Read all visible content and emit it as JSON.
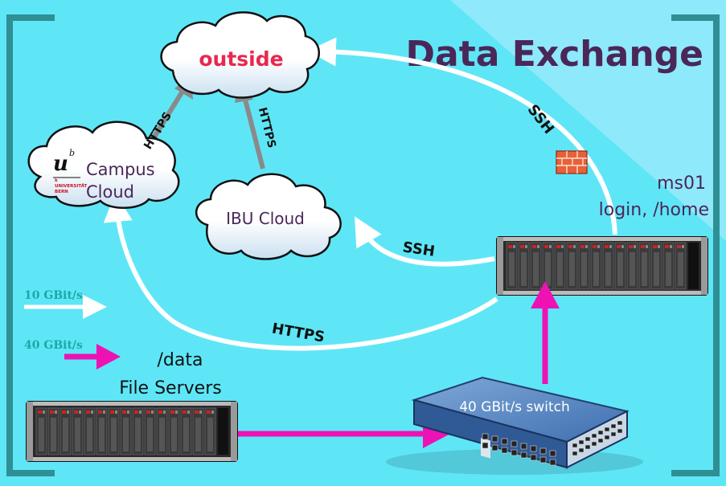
{
  "title": "Data Exchange",
  "clouds": {
    "outside": "outside",
    "campus_line1": "Campus",
    "campus_line2": "Cloud",
    "ibu": "IBU Cloud"
  },
  "logo": {
    "letter": "u",
    "superscript": "b",
    "line1": "b",
    "line2": "UNIVERSITÄT",
    "line3": "BERN"
  },
  "servers": {
    "ms01_name": "ms01",
    "ms01_role": "login, /home",
    "data_line1": "/data",
    "data_line2": "File Servers"
  },
  "switch": {
    "label": "40 GBit/s switch"
  },
  "connections": {
    "campus_outside": "HTTPS",
    "ibu_outside": "HTTPS",
    "ms01_outside": "SSH",
    "ms01_ibu": "SSH",
    "ms01_campus": "HTTPS"
  },
  "legend": {
    "white_label": "10 GBit/s",
    "magenta_label": "40 GBit/s"
  },
  "colors": {
    "background": "#5ee6f7",
    "title": "#4a2758",
    "outside_text": "#e8284e",
    "cloud_text": "#4a2758",
    "legend_text": "#1aa8a8",
    "arrow_10g": "#ffffff",
    "arrow_40g": "#ee12b4",
    "https_arrow": "#8a8a8a",
    "bracket": "#2f8f94"
  }
}
